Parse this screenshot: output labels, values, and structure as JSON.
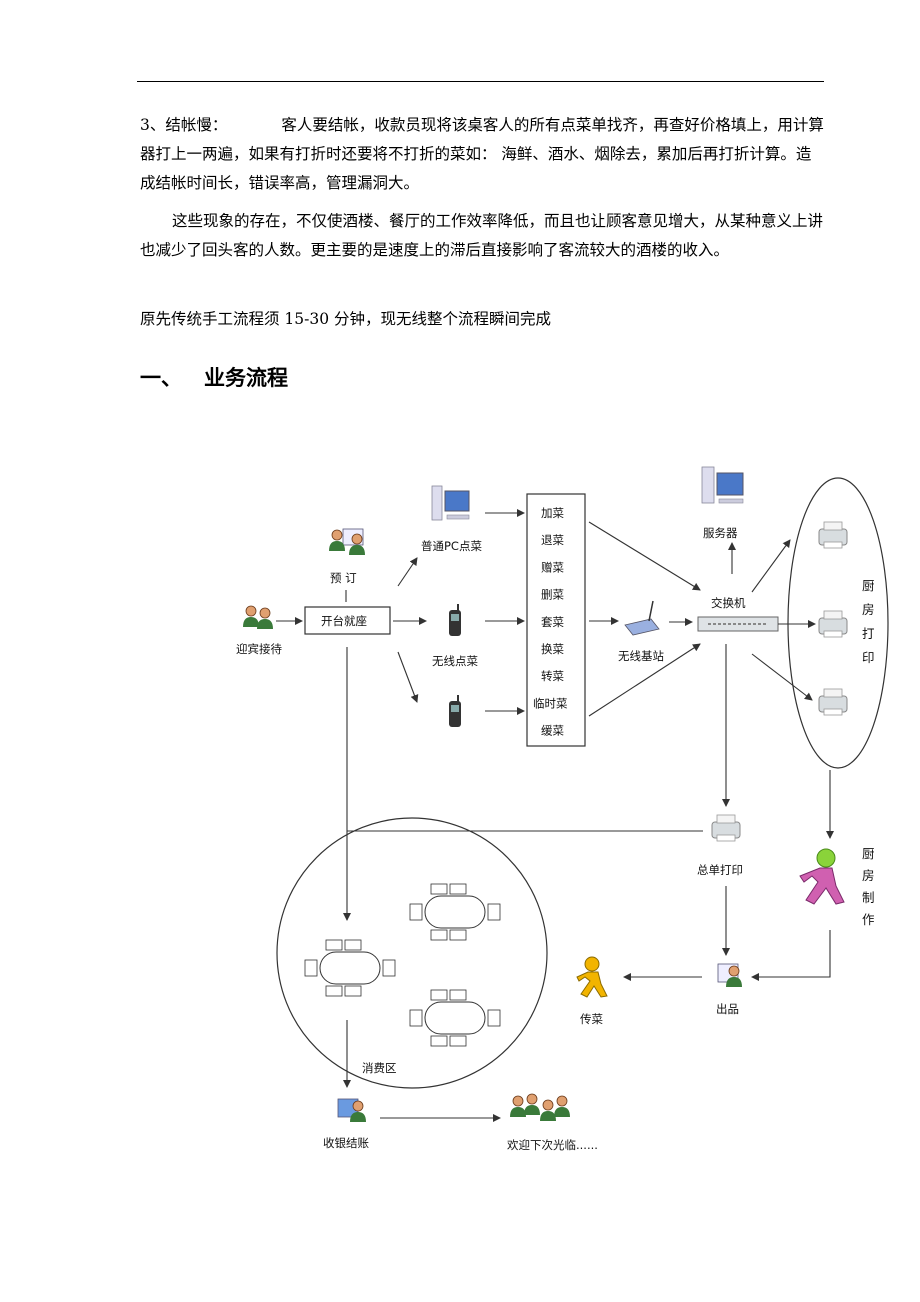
{
  "paragraphs": {
    "p1_label": "3、结帐慢：",
    "p1_text": "客人要结帐，收款员现将该桌客人的所有点菜单找齐，再查好价格填上，用计算器打上一两遍，如果有打折时还要将不打折的菜如：  海鲜、酒水、烟除去，累加后再打折计算。造成结帐时间长，错误率高，管理漏洞大。",
    "p2": "这些现象的存在，不仅使酒楼、餐厅的工作效率降低，而且也让顾客意见增大，从某种意义上讲也减少了回头客的人数。更主要的是速度上的滞后直接影响了客流较大的酒楼的收入。",
    "p3": "原先传统手工流程须 15-30 分钟，现无线整个流程瞬间完成"
  },
  "heading": {
    "number": "一、",
    "title": "业务流程"
  },
  "diagram": {
    "welcome": "迎宾接待",
    "reserve": "预  订",
    "open_table": "开台就座",
    "pc_order": "普通PC点菜",
    "wireless_order": "无线点菜",
    "menu_ops": [
      "加菜",
      "退菜",
      "赠菜",
      "删菜",
      "套菜",
      "换菜",
      "转菜",
      "临时菜",
      "缓菜"
    ],
    "base_station": "无线基站",
    "switch": "交换机",
    "server": "服务器",
    "kitchen_print": [
      "厨",
      "房",
      "打",
      "印"
    ],
    "total_print": "总单打印",
    "kitchen_make": [
      "厨",
      "房",
      "制",
      "作"
    ],
    "serve_out": "出品",
    "deliver": "传菜",
    "consume_area": "消费区",
    "checkout": "收银结账",
    "welcome_back": "欢迎下次光临......"
  }
}
